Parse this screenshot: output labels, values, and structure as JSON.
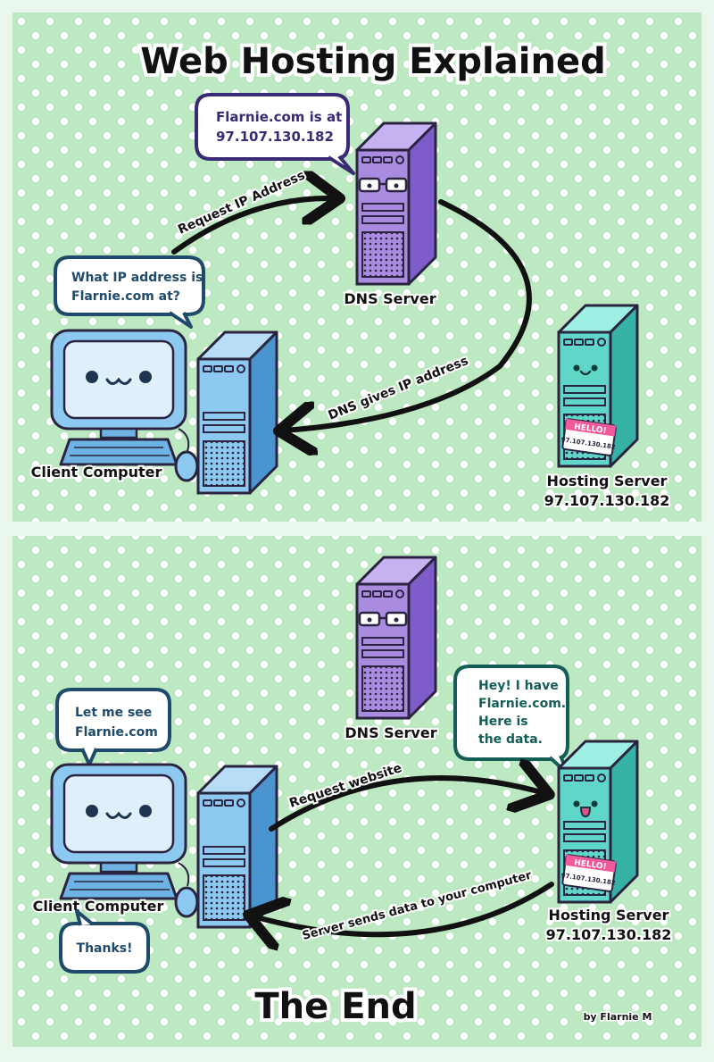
{
  "title": "Web Hosting Explained",
  "footer": {
    "the_end": "The End",
    "credit": "by Flarnie M"
  },
  "panel1": {
    "dns_bubble_line1": "Flarnie.com is at",
    "dns_bubble_line2": "97.107.130.182",
    "client_bubble_line1": "What IP address is",
    "client_bubble_line2": "Flarnie.com at?",
    "arrow_request_ip": "Request IP Address",
    "arrow_dns_gives": "DNS gives IP address",
    "dns_label": "DNS Server",
    "client_label": "Client Computer",
    "hosting_label": "Hosting Server",
    "hosting_ip": "97.107.130.182",
    "sticker_hello": "HELLO!",
    "sticker_ip": "97.107.130.182"
  },
  "panel2": {
    "client_bubble_line1": "Let me see",
    "client_bubble_line2": "Flarnie.com",
    "hosting_bubble_line1": "Hey!  I have",
    "hosting_bubble_line2": "Flarnie.com.",
    "hosting_bubble_line3": "Here is",
    "hosting_bubble_line4": "the data.",
    "thanks_bubble": "Thanks!",
    "arrow_request_website": "Request website",
    "arrow_server_sends": "Server sends data to your computer",
    "dns_label": "DNS Server",
    "client_label": "Client Computer",
    "hosting_label": "Hosting Server",
    "hosting_ip": "97.107.130.182",
    "sticker_hello": "HELLO!",
    "sticker_ip": "97.107.130.182"
  },
  "colors": {
    "background": "#bde9c2",
    "dots": "#ffffff",
    "dns_server": "#a98be0",
    "client": "#8cc8f0",
    "hosting_server": "#5fd6c8",
    "outline_dark": "#2a2440"
  }
}
